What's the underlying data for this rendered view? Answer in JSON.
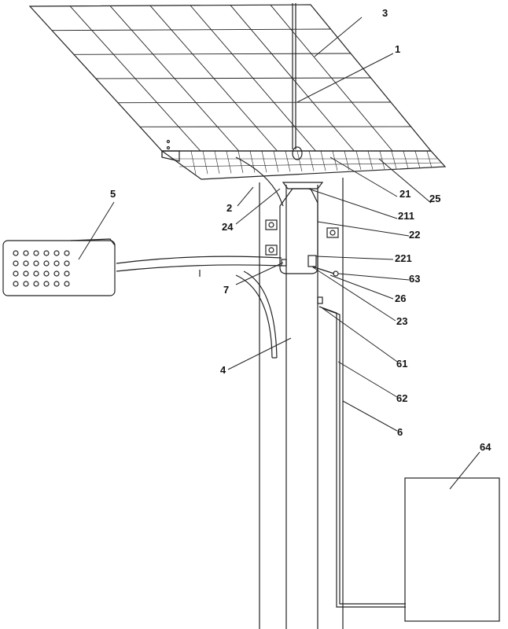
{
  "labels": {
    "l3": "3",
    "l1": "1",
    "l21": "21",
    "l25": "25",
    "l211": "211",
    "l2": "2",
    "l24": "24",
    "l22": "22",
    "l5": "5",
    "l221": "221",
    "l63": "63",
    "l7": "7",
    "l26": "26",
    "l23": "23",
    "l4": "4",
    "l61": "61",
    "l62": "62",
    "l6": "6",
    "l64": "64"
  },
  "colors": {
    "stroke": "#222222",
    "background": "#ffffff"
  }
}
